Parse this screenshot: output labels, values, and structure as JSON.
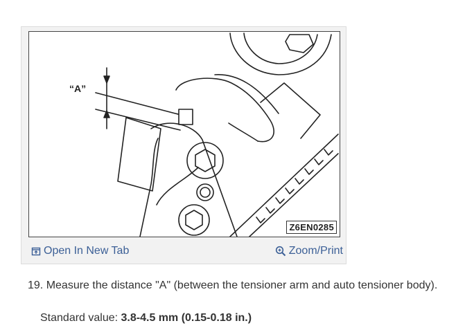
{
  "figure": {
    "dimension_label": "“A”",
    "figure_code": "Z6EN0285"
  },
  "toolbar": {
    "open_tab_label": "Open In New Tab",
    "zoom_label": "Zoom/Print",
    "open_tab_icon": "external-tab-icon",
    "zoom_icon": "magnifier-icon",
    "link_color": "#3b5f96"
  },
  "content": {
    "step_text": "19. Measure the distance \"A\" (between the tensioner arm and auto tensioner body).",
    "spec_label": "Standard value: ",
    "spec_value": "3.8-4.5 mm (0.15-0.18 in.)"
  }
}
